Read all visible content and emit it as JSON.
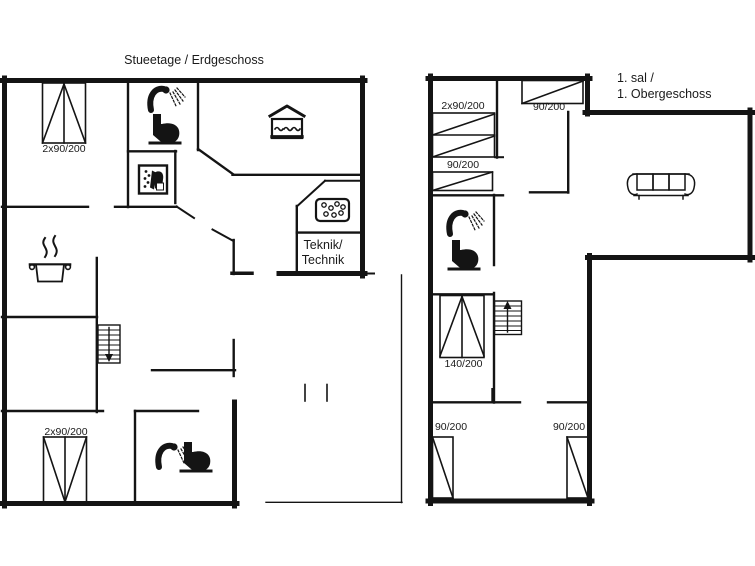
{
  "page": {
    "background_color": "#ffffff",
    "wall_color": "#141414",
    "text_color": "#1a1a1a"
  },
  "ground_floor": {
    "title": "Stueetage / Erdgeschoss",
    "technik_room": {
      "line1": "Teknik/",
      "line2": "Technik"
    },
    "bed_labels": {
      "top_left": "2x90/200",
      "bottom_left": "2x90/200"
    },
    "icons": [
      "shower-icon",
      "toilet-icon",
      "washing-machine-icon",
      "cooking-pot-icon",
      "wood-stove-icon",
      "hob-icon",
      "stairs-down-icon"
    ]
  },
  "upper_floor": {
    "title": {
      "line1": "1. sal /",
      "line2": "1. Obergeschoss"
    },
    "bed_labels": {
      "bunk_top_left": "2x90/200",
      "single_mid_left": "90/200",
      "single_top_right": "90/200",
      "double_middle": "140/200",
      "bottom_left": "90/200",
      "bottom_right": "90/200"
    },
    "icons": [
      "shower-icon",
      "toilet-icon",
      "sofa-icon",
      "stairs-up-icon"
    ]
  }
}
